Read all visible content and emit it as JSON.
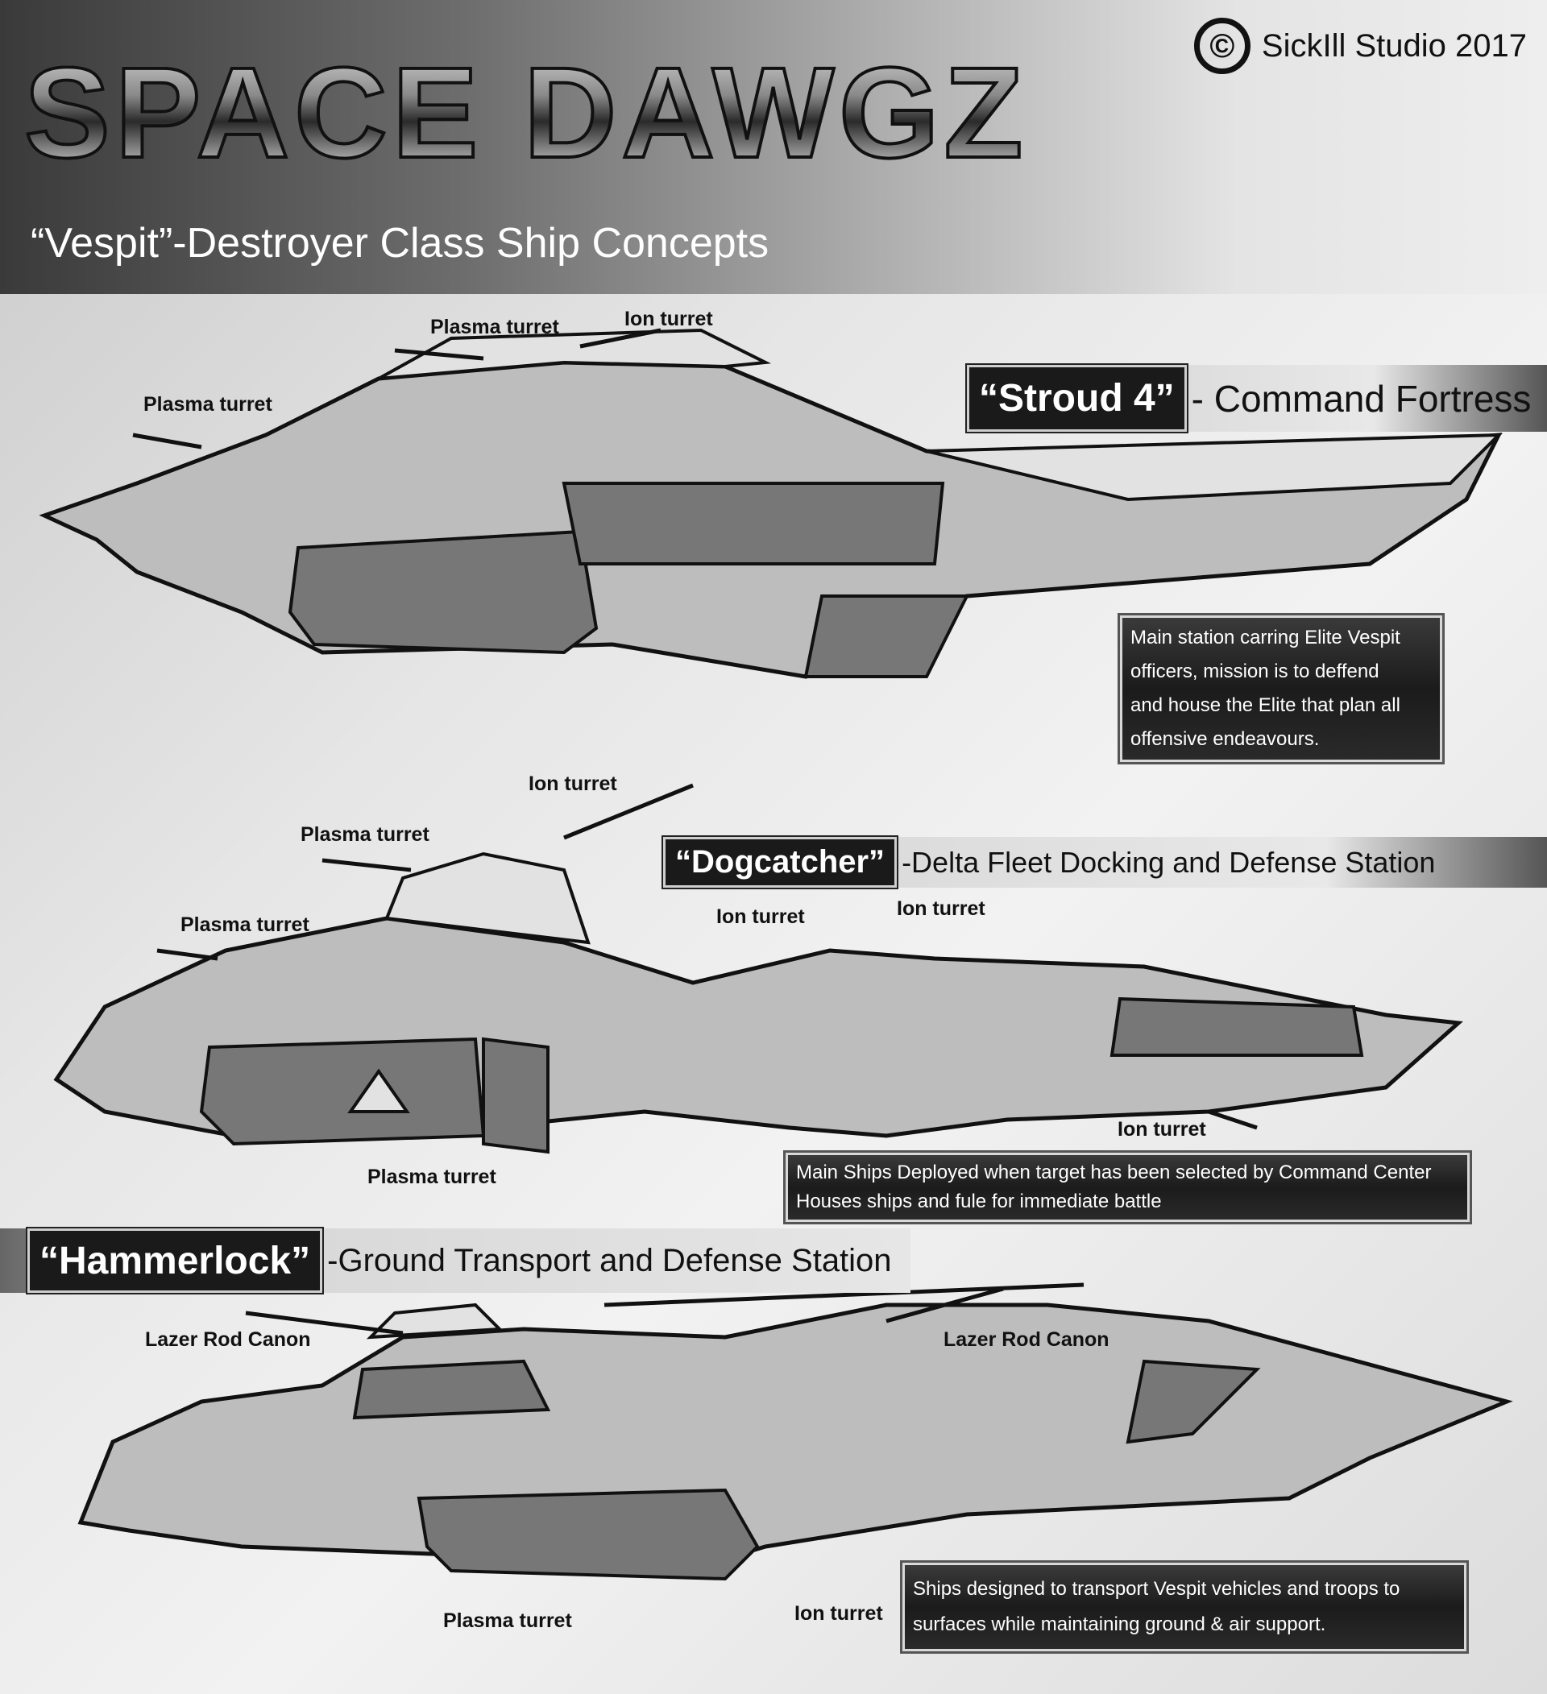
{
  "header": {
    "logo": "SPACE DAWGZ",
    "subtitle": "“Vespit”-Destroyer Class Ship Concepts",
    "copyright_symbol": "©",
    "copyright_text": "SickIll Studio 2017"
  },
  "ships": [
    {
      "name": "“Stroud 4”",
      "title_rest": "- Command Fortress",
      "description": [
        "Main station carring Elite Vespit",
        "officers, mission  is to deffend",
        "and house the Elite that plan all",
        "offensive endeavours."
      ],
      "labels": [
        "Plasma turret",
        "Ion turret",
        "Plasma turret"
      ]
    },
    {
      "name": "“Dogcatcher”",
      "title_rest": "-Delta Fleet Docking and Defense Station",
      "description": [
        "Main Ships Deployed when target has been selected by Command Center",
        "Houses ships and fule for immediate battle"
      ],
      "labels": [
        "Ion turret",
        "Plasma turret",
        "Plasma turret",
        "Ion turret",
        "Ion turret",
        "Ion turret",
        "Plasma turret"
      ]
    },
    {
      "name": "“Hammerlock”",
      "title_rest": "-Ground Transport and Defense Station",
      "description": [
        "Ships designed to transport Vespit vehicles and troops to",
        "surfaces while maintaining ground & air support."
      ],
      "labels": [
        "Lazer Rod Canon",
        "Lazer Rod Canon",
        "Plasma turret",
        "Ion turret"
      ]
    }
  ]
}
